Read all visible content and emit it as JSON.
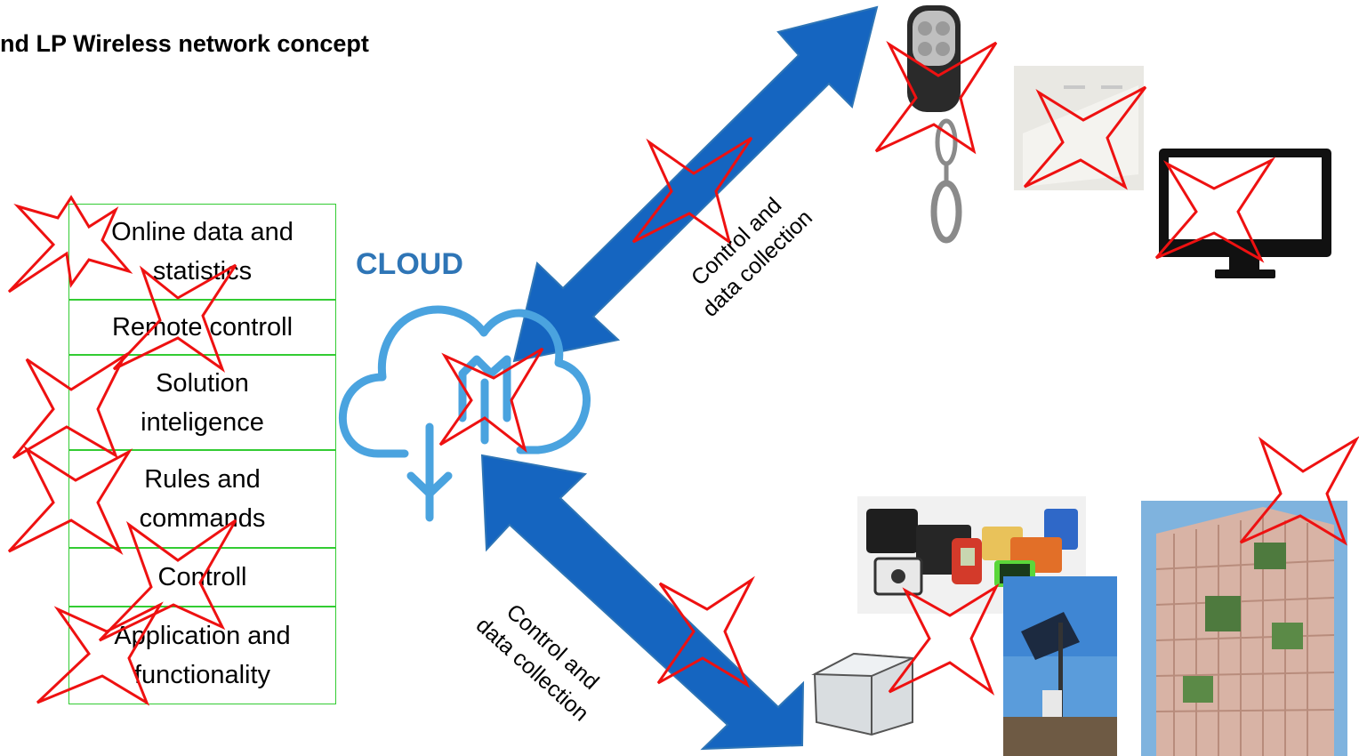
{
  "title": "nd LP Wireless network concept",
  "cloud": {
    "label": "CLOUD",
    "icon": "cloud-sync-icon"
  },
  "stack": [
    {
      "line1": "Online data and",
      "line2": "statistics"
    },
    {
      "line1": "Remote controll",
      "line2": ""
    },
    {
      "line1": "Solution",
      "line2": "inteligence"
    },
    {
      "line1": "Rules and",
      "line2": "commands"
    },
    {
      "line1": "Controll",
      "line2": ""
    },
    {
      "line1": "Application and",
      "line2": "functionality"
    }
  ],
  "links": {
    "upper": {
      "line1": "Control and",
      "line2": "data collection"
    },
    "lower": {
      "line1": "Control and",
      "line2": "data collection"
    }
  },
  "devices": {
    "upper": [
      "remote-key-fob-icon",
      "wall-switch-icon",
      "monitor-icon"
    ],
    "lower": [
      "sensor-devices-icon",
      "enclosure-box-icon",
      "solar-pole-icon",
      "green-building-icon"
    ]
  },
  "colors": {
    "arrow": "#1565c0",
    "arrow_outline": "#2e75b6",
    "cross": "#ee1111",
    "stack_border": "#33cc33",
    "cloud_label": "#2e75b6"
  }
}
